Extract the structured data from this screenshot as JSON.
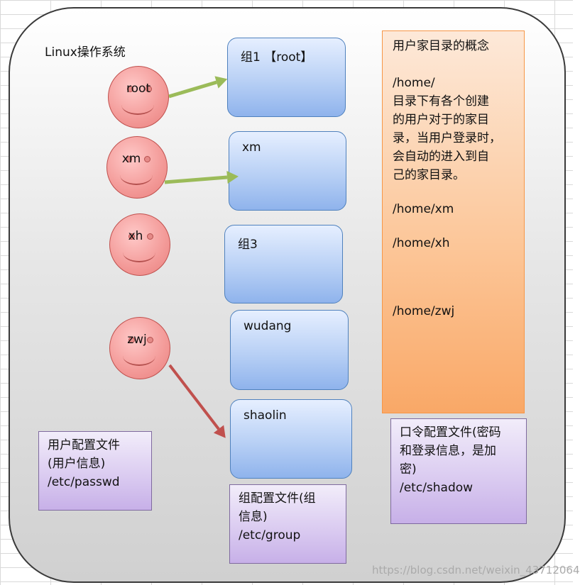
{
  "system": {
    "label": "Linux操作系统"
  },
  "users": [
    {
      "name": "root"
    },
    {
      "name": "xm"
    },
    {
      "name": "xh"
    },
    {
      "name": "zwj"
    }
  ],
  "groups": [
    {
      "label": "组1 【root】"
    },
    {
      "label": "xm"
    },
    {
      "label": "组3"
    },
    {
      "label": "wudang"
    },
    {
      "label": "shaolin"
    }
  ],
  "home_concept": {
    "title": "用户家目录的概念",
    "path": "/home/",
    "desc_lines": [
      "目录下有各个创建",
      "的用户对于的家目",
      "录，当用户登录时，",
      "会自动的进入到自",
      "己的家目录。"
    ],
    "paths": [
      "/home/xm",
      "/home/xh",
      "/home/zwj"
    ]
  },
  "passwd_note": {
    "lines": [
      "用户配置文件",
      "(用户信息)",
      "/etc/passwd"
    ]
  },
  "group_note": {
    "lines": [
      "组配置文件(组",
      "信息)",
      "/etc/group"
    ]
  },
  "shadow_note": {
    "lines": [
      "口令配置文件(密码",
      "和登录信息，是加",
      "密)",
      "/etc/shadow"
    ]
  },
  "arrows": [
    {
      "from": "root",
      "to": "组1 【root】",
      "color": "#9bbb59"
    },
    {
      "from": "xm",
      "to": "xm",
      "color": "#9bbb59"
    },
    {
      "from": "zwj",
      "to": "shaolin",
      "color": "#c0504d"
    }
  ],
  "watermark": "https://blog.csdn.net/weixin_43712064"
}
